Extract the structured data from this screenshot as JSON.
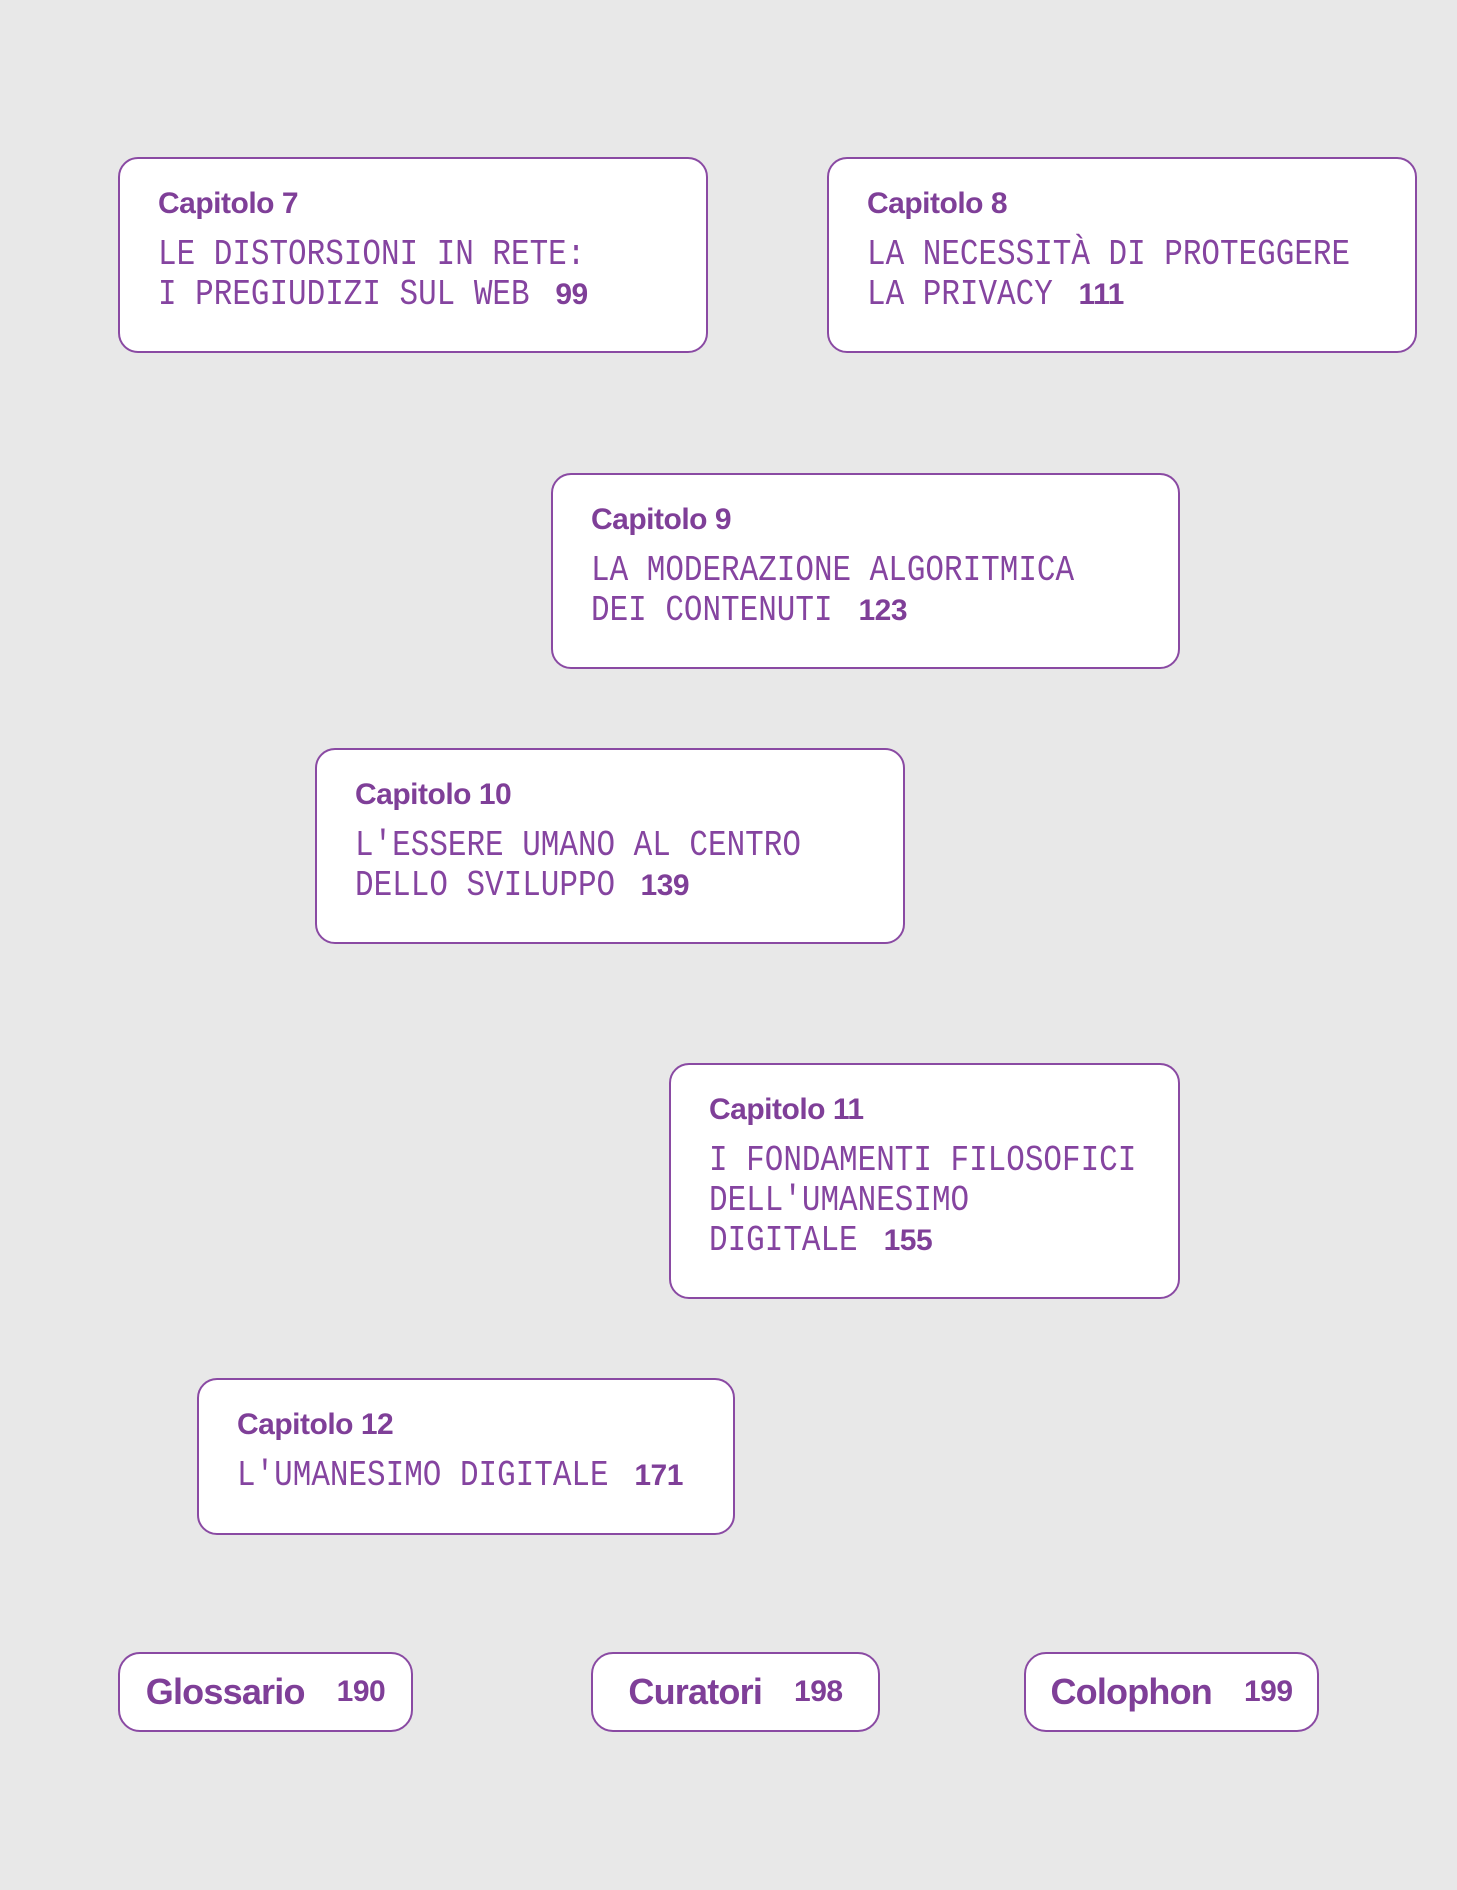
{
  "colors": {
    "background": "#E8E8E8",
    "card_background": "#FFFFFF",
    "accent": "#7F3F98",
    "border": "#8A4AA3"
  },
  "chapters": [
    {
      "label": "Capitolo 7",
      "title_lines": [
        "LE DISTORSIONI IN RETE:",
        "I PREGIUDIZI SUL WEB"
      ],
      "page": "99"
    },
    {
      "label": "Capitolo 8",
      "title_lines": [
        "LA NECESSITÀ DI PROTEGGERE",
        "LA PRIVACY"
      ],
      "page": "111"
    },
    {
      "label": "Capitolo 9",
      "title_lines": [
        "LA MODERAZIONE ALGORITMICA",
        "DEI CONTENUTI"
      ],
      "page": "123"
    },
    {
      "label": "Capitolo 10",
      "title_lines": [
        "L'ESSERE UMANO AL CENTRO",
        "DELLO SVILUPPO"
      ],
      "page": "139"
    },
    {
      "label": "Capitolo 11",
      "title_lines": [
        "I FONDAMENTI FILOSOFICI",
        "DELL'UMANESIMO",
        "DIGITALE"
      ],
      "page": "155"
    },
    {
      "label": "Capitolo 12",
      "title_lines": [
        "L'UMANESIMO DIGITALE"
      ],
      "page": "171"
    }
  ],
  "appendices": [
    {
      "label": "Glossario",
      "page": "190"
    },
    {
      "label": "Curatori",
      "page": "198"
    },
    {
      "label": "Colophon",
      "page": "199"
    }
  ]
}
